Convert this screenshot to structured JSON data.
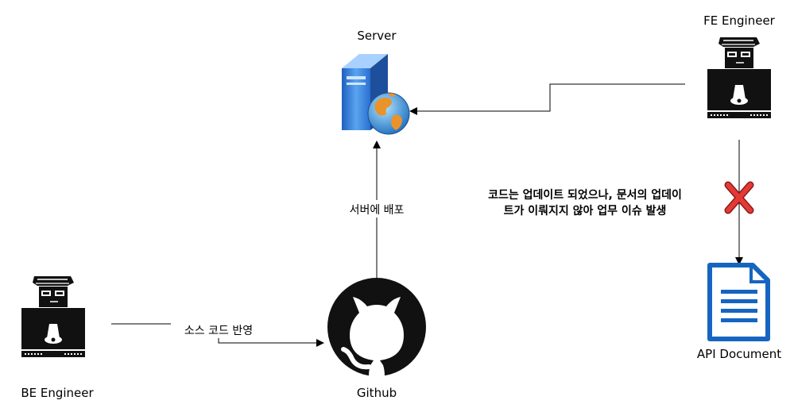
{
  "nodes": {
    "server": {
      "label": "Server",
      "icon": "server-globe-icon"
    },
    "fe_engineer": {
      "label": "FE Engineer",
      "icon": "developer-at-computer-icon"
    },
    "be_engineer": {
      "label": "BE Engineer",
      "icon": "developer-at-computer-icon"
    },
    "github": {
      "label": "Github",
      "icon": "github-octocat-icon"
    },
    "api_document": {
      "label": "API Document",
      "icon": "document-icon"
    }
  },
  "edges": {
    "be_to_github": {
      "label": "소스 코드 반영"
    },
    "github_to_server": {
      "label": "서버에 배포"
    },
    "fe_to_server": {
      "label": ""
    },
    "fe_to_document": {
      "label": "",
      "blocked_icon": "red-x-icon"
    }
  },
  "annotation": {
    "line1": "코드는 업데이트 되었으나, 문서의 업데이",
    "line2": "트가 이뤄지지 않아 업무 이슈 발생"
  },
  "colors": {
    "line": "#000000",
    "blocked_x": "#e53935",
    "document_blue": "#1565c0",
    "server_blue": "#4a90e2"
  }
}
